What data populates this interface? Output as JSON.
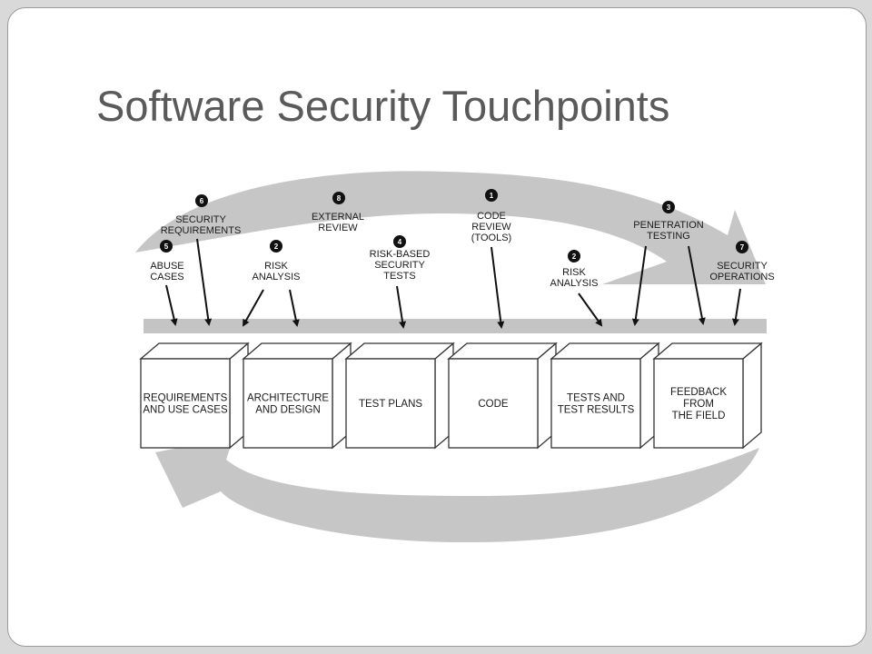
{
  "slide": {
    "title": "Software Security Touchpoints"
  },
  "diagram": {
    "boxes": [
      {
        "lines": [
          "REQUIREMENTS",
          "AND USE CASES"
        ]
      },
      {
        "lines": [
          "ARCHITECTURE",
          "AND DESIGN"
        ]
      },
      {
        "lines": [
          "TEST PLANS"
        ]
      },
      {
        "lines": [
          "CODE"
        ]
      },
      {
        "lines": [
          "TESTS AND",
          "TEST RESULTS"
        ]
      },
      {
        "lines": [
          "FEEDBACK",
          "FROM",
          "THE FIELD"
        ]
      }
    ],
    "touchpoints": [
      {
        "num": "6",
        "lines": [
          "SECURITY",
          "REQUIREMENTS"
        ]
      },
      {
        "num": "5",
        "lines": [
          "ABUSE",
          "CASES"
        ]
      },
      {
        "num": "8",
        "lines": [
          "EXTERNAL",
          "REVIEW"
        ]
      },
      {
        "num": "2",
        "lines": [
          "RISK",
          "ANALYSIS"
        ]
      },
      {
        "num": "4",
        "lines": [
          "RISK-BASED",
          "SECURITY",
          "TESTS"
        ]
      },
      {
        "num": "1",
        "lines": [
          "CODE",
          "REVIEW",
          "(TOOLS)"
        ]
      },
      {
        "num": "2",
        "lines": [
          "RISK",
          "ANALYSIS"
        ]
      },
      {
        "num": "3",
        "lines": [
          "PENETRATION",
          "TESTING"
        ]
      },
      {
        "num": "7",
        "lines": [
          "SECURITY",
          "OPERATIONS"
        ]
      }
    ]
  },
  "colors": {
    "background": "#d9d9d9",
    "slide": "#ffffff",
    "title": "#5a5a5a",
    "cycle_arrow": "#c6c6c6",
    "bar": "#c4c4c4",
    "box_stroke": "#333333"
  }
}
